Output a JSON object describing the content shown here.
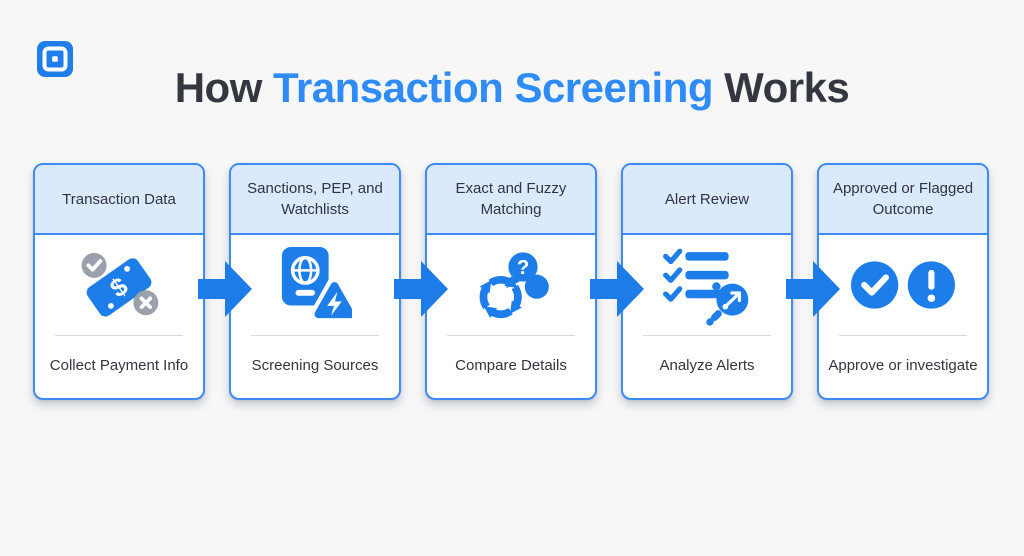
{
  "title": {
    "dark_prefix": "How ",
    "highlight": "Transaction Screening",
    "dark_suffix": " Works"
  },
  "logo": {
    "name": "square-logo"
  },
  "colors": {
    "primary_blue": "#1e7ee9",
    "title_blue": "#2e8bf7",
    "card_border": "#3e8bf2",
    "card_header_bg": "#dbe9fc",
    "dark_text": "#33363f",
    "muted_gray": "#9aa1ac",
    "page_background": "#f7f7f8"
  },
  "glyphs": {
    "dollar": "$",
    "question_mark": "?"
  },
  "steps": [
    {
      "header": "Transaction Data",
      "caption": "Collect Payment Info",
      "icon": "money-check-cross-icon"
    },
    {
      "header": "Sanctions, PEP, and Watchlists",
      "caption": "Screening Sources",
      "icon": "passport-warning-icon"
    },
    {
      "header": "Exact and Fuzzy Matching",
      "caption": "Compare Details",
      "icon": "sync-question-icon"
    },
    {
      "header": "Alert Review",
      "caption": "Analyze Alerts",
      "icon": "checklist-magnifier-icon"
    },
    {
      "header": "Approved or Flagged Outcome",
      "caption": "Approve or investigate",
      "icon": "check-exclamation-icon"
    }
  ]
}
